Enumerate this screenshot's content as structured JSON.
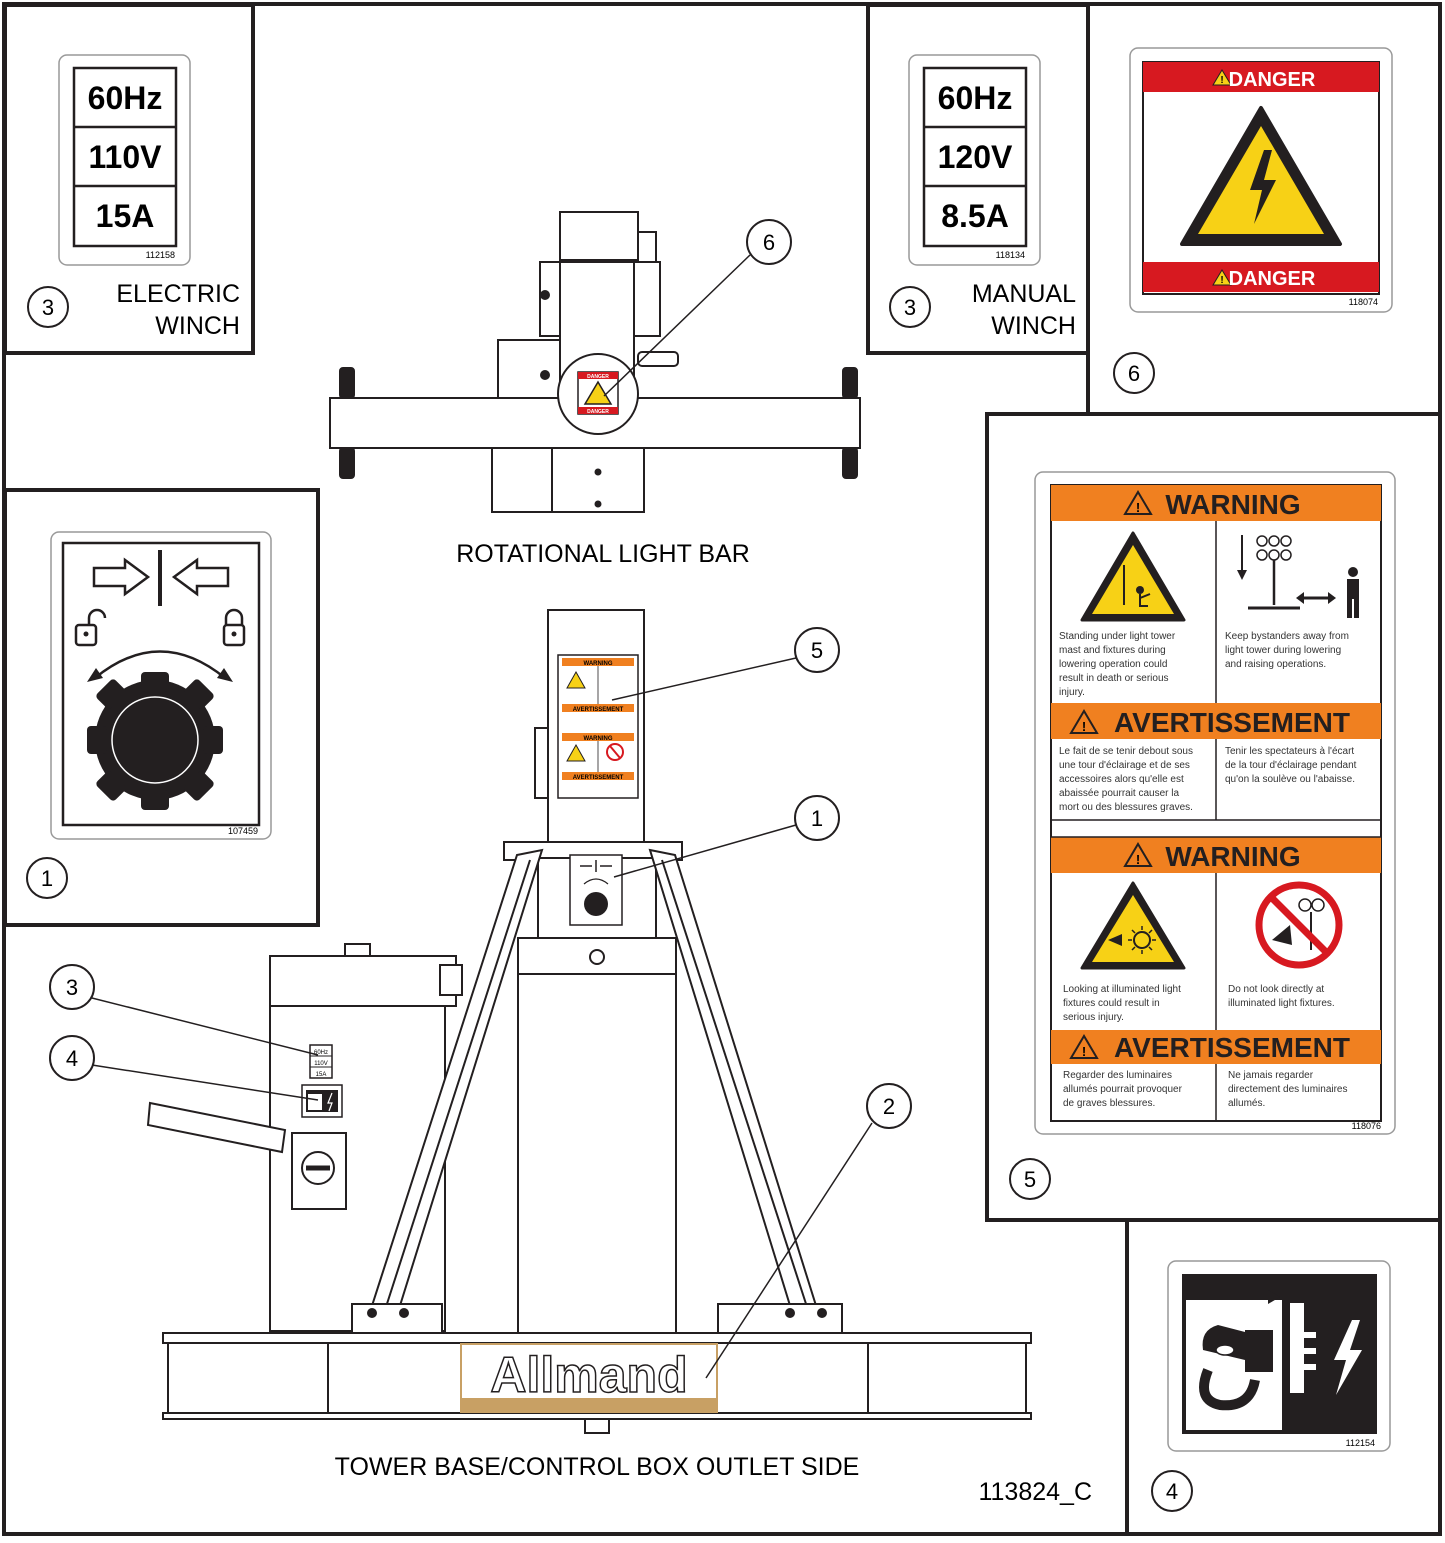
{
  "panels": {
    "electric_winch": {
      "values": [
        "60Hz",
        "110V",
        "15A"
      ],
      "code": "112158",
      "callout": "3",
      "label_lines": [
        "ELECTRIC",
        "WINCH"
      ]
    },
    "manual_winch": {
      "values": [
        "60Hz",
        "120V",
        "8.5A"
      ],
      "code": "118134",
      "callout": "3",
      "label_lines": [
        "MANUAL",
        "WINCH"
      ]
    },
    "danger": {
      "top": "DANGER",
      "bottom": "DANGER",
      "code": "118074",
      "callout": "6"
    },
    "lock_decal": {
      "code": "107459",
      "callout": "1"
    },
    "warning_decal": {
      "warning_1": "WARNING",
      "warn1_left": [
        "Standing under light tower",
        "mast and fixtures during",
        "lowering operation could",
        "result in death or serious",
        "injury."
      ],
      "warn1_right": [
        "Keep bystanders away from",
        "light tower during lowering",
        "and raising operations."
      ],
      "avert_1": "AVERTISSEMENT",
      "avert1_left": [
        "Le fait de se tenir debout sous",
        "une tour d'éclairage et de ses",
        "accessoires alors qu'elle est",
        "abaissée pourrait causer la",
        "mort ou des blessures graves."
      ],
      "avert1_right": [
        "Tenir les spectateurs à l'écart",
        "de la tour d'éclairage pendant",
        "qu'on la soulève ou l'abaisse."
      ],
      "warning_2": "WARNING",
      "warn2_left": [
        "Looking at illuminated light",
        "fixtures could result in",
        "serious injury."
      ],
      "warn2_right": [
        "Do not look directly at",
        "illuminated light fixtures."
      ],
      "avert_2": "AVERTISSEMENT",
      "avert2_left": [
        "Regarder des luminaires",
        "allumés pourrait provoquer",
        "de graves blessures."
      ],
      "avert2_right": [
        "Ne jamais regarder",
        "directement des luminaires",
        "allumés."
      ],
      "code": "118076",
      "callout": "5"
    },
    "plug_decal": {
      "code": "112154",
      "callout": "4"
    }
  },
  "diagram": {
    "top_caption": "ROTATIONAL LIGHT BAR",
    "bottom_caption": "TOWER BASE/CONTROL BOX OUTLET SIDE",
    "callouts": {
      "light_bar": "6",
      "mast_decal": "5",
      "lock_on_mast": "1",
      "winch_label": "3",
      "plug_label": "4",
      "logo": "2"
    },
    "brand": "Allmand",
    "mini_label": [
      "60Hz",
      "110V",
      "15A"
    ],
    "mini_danger": "DANGER",
    "mini_warning": "WARNING",
    "mini_avert": "AVERTISSEMENT"
  },
  "drawing_number": "113824_C",
  "colors": {
    "danger_red": "#d71920",
    "warning_orange": "#f08020",
    "hazard_yellow": "#f7d116",
    "ink": "#231f20",
    "logo_tan": "#c8a064"
  }
}
